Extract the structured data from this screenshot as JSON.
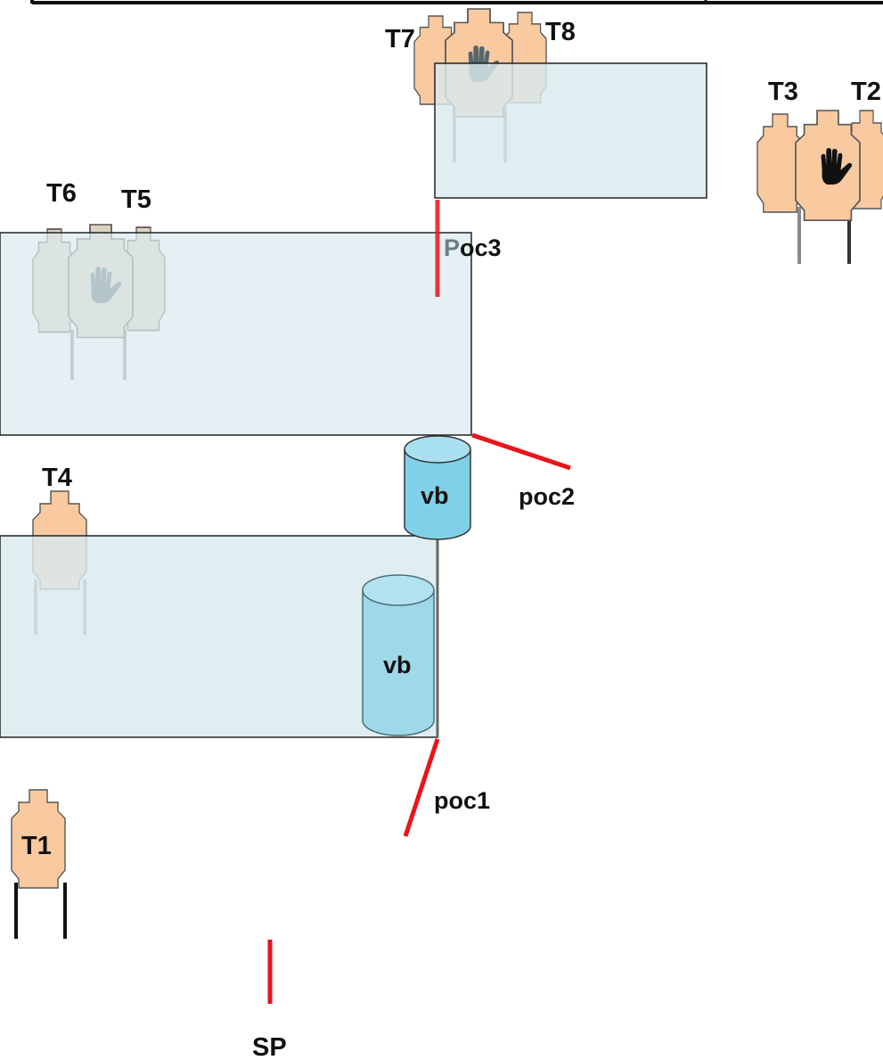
{
  "labels": {
    "t1": "T1",
    "t2": "T2",
    "t3": "T3",
    "t4": "T4",
    "t5": "T5",
    "t6": "T6",
    "t7": "T7",
    "t8": "T8",
    "poc1": "poc1",
    "poc2": "poc2",
    "poc3_p": "P",
    "poc3_rest": "oc3",
    "vb_upper": "vb",
    "vb_lower": "vb",
    "sp": "SP"
  },
  "colors": {
    "target_orange": "#f9c9a0",
    "target_grey": "#ddd3bd",
    "wall_fill": "#d9eaef",
    "barrel_fill": "#7fd0e8",
    "barrel_fill_light": "#9fd8e8",
    "position_line": "#e8141a",
    "hand_dark": "#111111",
    "hand_grey": "#54676e"
  },
  "icons": [
    "no-shoot-hand-icon"
  ]
}
